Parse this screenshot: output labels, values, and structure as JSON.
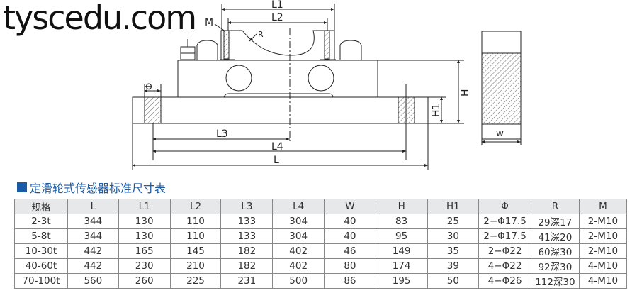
{
  "diagram": {
    "labels": {
      "L1": "L1",
      "L2": "L2",
      "M": "M",
      "R": "R",
      "phi": "Φ",
      "H": "H",
      "H1": "H1",
      "L3": "L3",
      "L4": "L4",
      "L": "L",
      "W": "W"
    }
  },
  "table_title": "定滑轮式传感器标准尺寸表",
  "table": {
    "headers": [
      "规格",
      "L",
      "L1",
      "L2",
      "L3",
      "L4",
      "W",
      "H",
      "H1",
      "Φ",
      "R",
      "M"
    ],
    "rows": [
      [
        "2-3t",
        "344",
        "130",
        "110",
        "133",
        "304",
        "40",
        "83",
        "25",
        "2−Φ17.5",
        "29深17",
        "2-M10"
      ],
      [
        "5-8t",
        "344",
        "130",
        "110",
        "133",
        "304",
        "40",
        "95",
        "30",
        "2−Φ17.5",
        "41深20",
        "2-M10"
      ],
      [
        "10-30t",
        "442",
        "165",
        "145",
        "182",
        "402",
        "46",
        "149",
        "35",
        "2−Φ22",
        "60深30",
        "2-M10"
      ],
      [
        "40-60t",
        "442",
        "230",
        "210",
        "182",
        "402",
        "80",
        "174",
        "39",
        "4−Φ22",
        "92深30",
        "4-M10"
      ],
      [
        "70-100t",
        "560",
        "260",
        "225",
        "231",
        "500",
        "86",
        "195",
        "50",
        "4−Φ26",
        "112深30",
        "4-M10"
      ]
    ]
  },
  "watermark": "tyscedu.com",
  "colors": {
    "accent": "#1a5aa6",
    "header_bg": "#e6e8e9"
  }
}
